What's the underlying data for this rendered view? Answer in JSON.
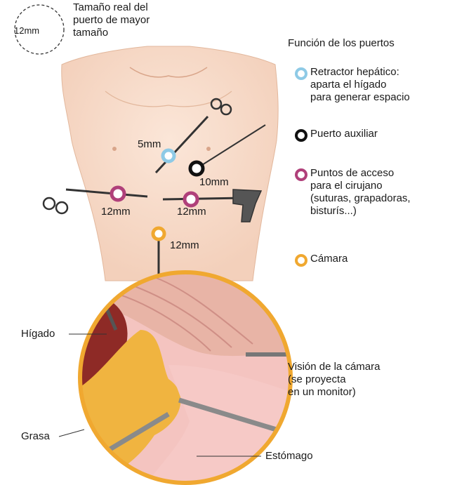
{
  "size_note": {
    "diameter": "12mm",
    "lines": [
      "Tamaño real del",
      "puerto de mayor",
      "tamaño"
    ]
  },
  "legend": {
    "title": "Función de los puertos",
    "items": [
      {
        "key": "liver",
        "color": "#8ecae6",
        "lines": [
          "Retractor hepático:",
          "aparta el hígado",
          "para generar espacio"
        ]
      },
      {
        "key": "aux",
        "color": "#111111",
        "lines": [
          "Puerto auxiliar"
        ]
      },
      {
        "key": "surgeon",
        "color": "#b0407a",
        "lines": [
          "Puntos de acceso",
          "para el cirujano",
          "(suturas, grapadoras,",
          "bisturís...)"
        ]
      },
      {
        "key": "camera",
        "color": "#f0a830",
        "lines": [
          "Cámara"
        ]
      }
    ]
  },
  "ports": {
    "liver": "5mm",
    "aux": "10mm",
    "left": "12mm",
    "right": "12mm",
    "camera": "12mm"
  },
  "inset": {
    "caption": [
      "Visión de la cámara",
      "(se proyecta",
      "en un monitor)"
    ],
    "labels": {
      "liver": "Hígado",
      "fat": "Grasa",
      "stomach": "Estómago"
    }
  }
}
